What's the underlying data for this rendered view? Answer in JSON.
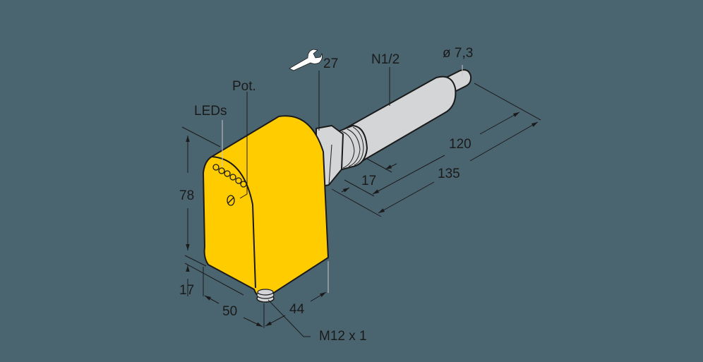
{
  "diagram": {
    "title": "Flow sensor dimensional drawing",
    "background_color": "#4b6570",
    "housing_color": "#ffcc00",
    "metal_color": "#d3d5d6",
    "labels": {
      "leds": "LEDs",
      "pot": "Pot.",
      "wrench_size": "27",
      "thread": "N1/2",
      "probe_diameter": "ø 7,3",
      "connector": "M12 x 1"
    },
    "dimensions": {
      "height": "78",
      "base_offset": "17",
      "width": "50",
      "depth": "44",
      "thread_length": "17",
      "probe_length": "120",
      "total_length": "135"
    }
  }
}
